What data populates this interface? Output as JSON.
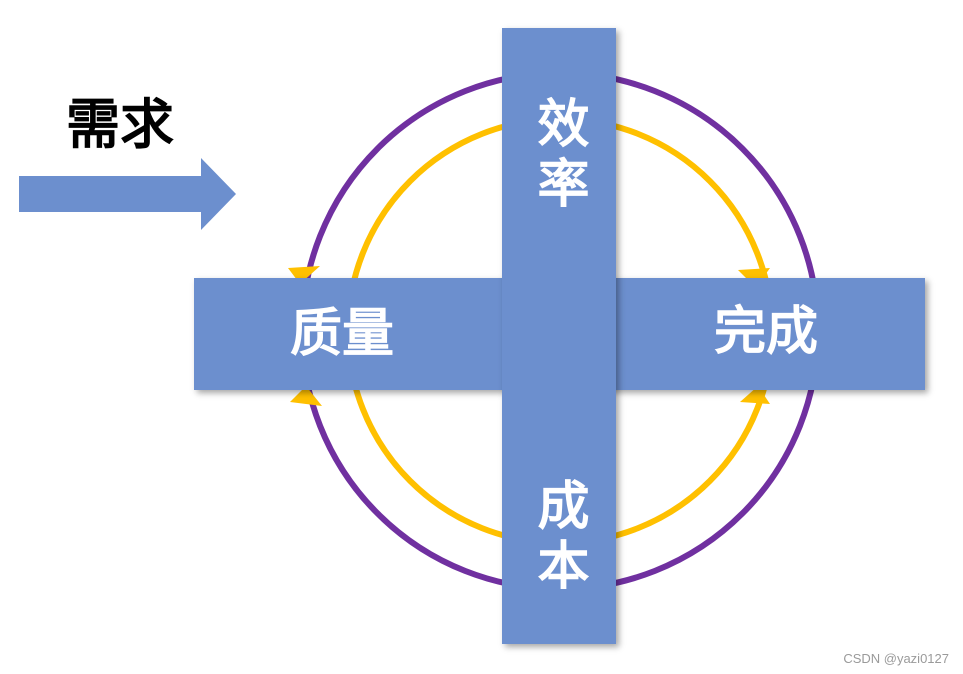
{
  "demand": {
    "label": "需求"
  },
  "nodes": {
    "efficiency": "效率",
    "quality": "质量",
    "completion": "完成",
    "cost": "成本"
  },
  "colors": {
    "bar": "#6c8fce",
    "outer_circle": "#7030a0",
    "inner_circle": "#ffc000",
    "arrow_fill": "#6c8fce",
    "text": "#ffffff"
  },
  "watermark": "CSDN @yazi0127"
}
